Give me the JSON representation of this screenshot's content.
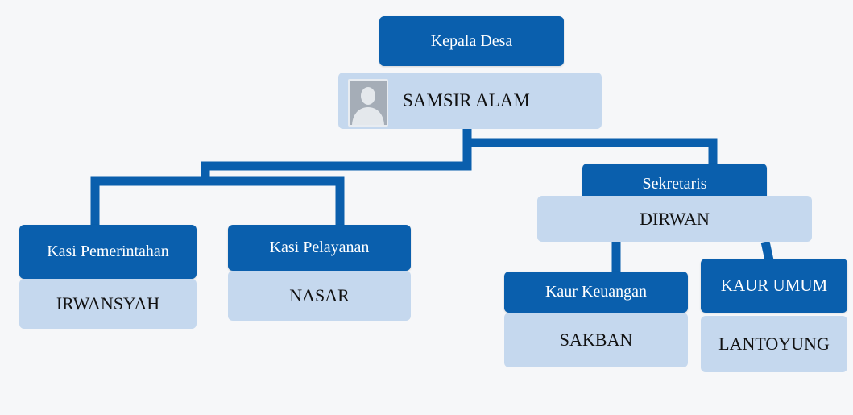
{
  "org_chart": {
    "kepala_desa": {
      "title": "Kepala Desa",
      "name": "SAMSIR ALAM"
    },
    "sekretaris": {
      "title": "Sekretaris",
      "name": "DIRWAN"
    },
    "kasi_pemerintahan": {
      "title": "Kasi Pemerintahan",
      "name": "IRWANSYAH"
    },
    "kasi_pelayanan": {
      "title": "Kasi Pelayanan",
      "name": "NASAR"
    },
    "kaur_keuangan": {
      "title": "Kaur Keuangan",
      "name": "SAKBAN"
    },
    "kaur_umum": {
      "title": "KAUR UMUM",
      "name": "LANTOYUNG"
    }
  },
  "icons": {
    "avatar": "person-silhouette-icon"
  },
  "colors": {
    "title_bg": "#0a5fad",
    "name_bg": "#c5d8ee",
    "connector": "#0a5fad",
    "text_on_title": "#ffffff"
  }
}
